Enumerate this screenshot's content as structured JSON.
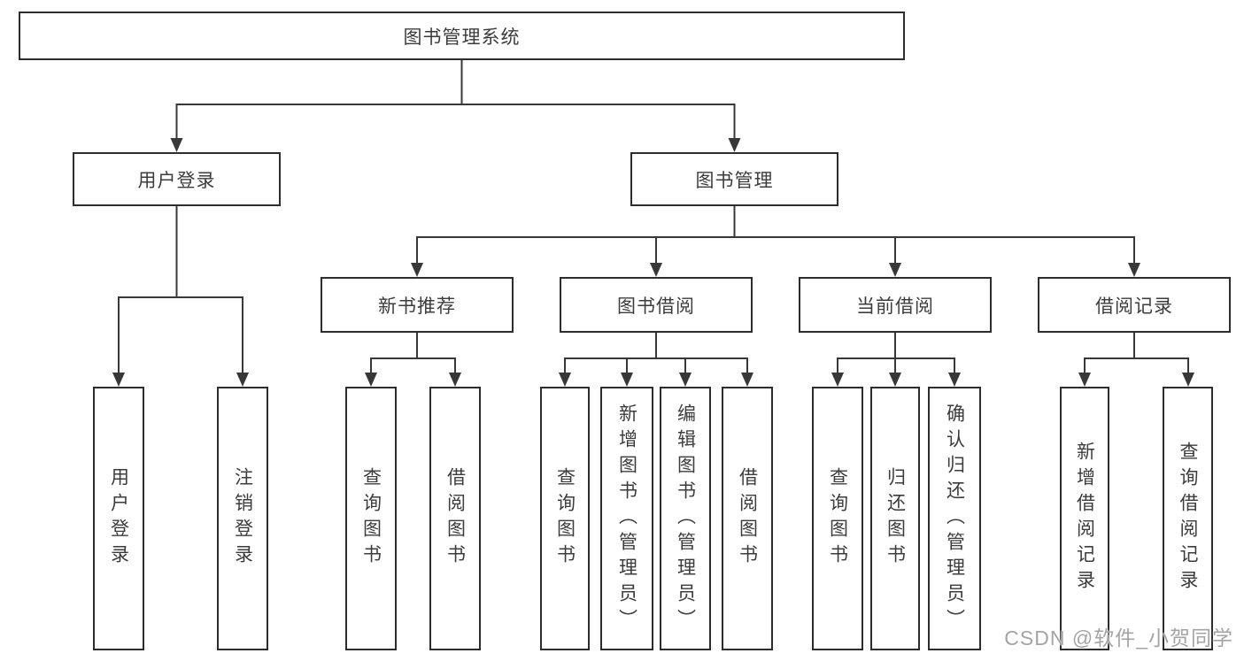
{
  "colors": {
    "background": "#ffffff",
    "line": "#383838",
    "box_border": "#2d2d2d",
    "box_fill": "#ffffff",
    "text": "#3c3c3c",
    "watermark": "#8a8a8a"
  },
  "tree": {
    "root": "图书管理系统",
    "branches": [
      {
        "label": "用户登录",
        "children": [
          "用户登录",
          "注销登录"
        ]
      },
      {
        "label": "图书管理",
        "sections": [
          {
            "label": "新书推荐",
            "children": [
              "查询图书",
              "借阅图书"
            ]
          },
          {
            "label": "图书借阅",
            "children": [
              "查询图书",
              "新增图书（管理员）",
              "编辑图书（管理员）",
              "借阅图书"
            ]
          },
          {
            "label": "当前借阅",
            "children": [
              "查询图书",
              "归还图书",
              "确认归还（管理员）"
            ]
          },
          {
            "label": "借阅记录",
            "children": [
              "新增借阅记录",
              "查询借阅记录"
            ]
          }
        ]
      }
    ]
  },
  "watermark": "CSDN @软件_小贺同学"
}
